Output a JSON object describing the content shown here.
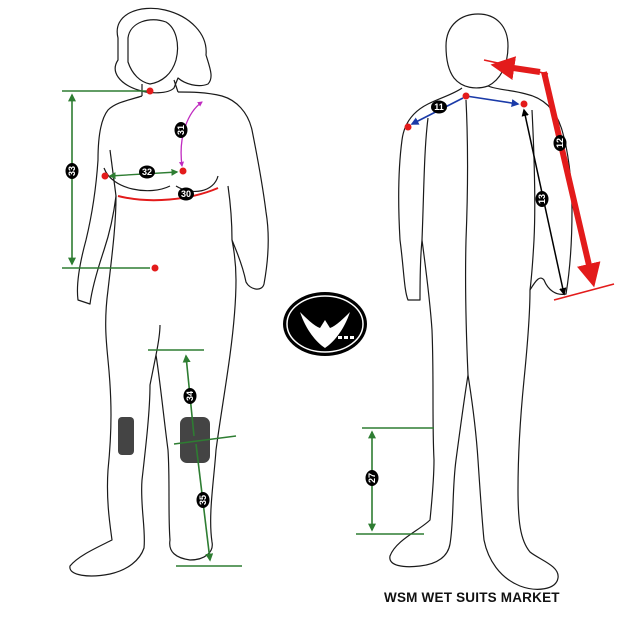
{
  "brand": "WSM WET SUITS MARKET",
  "logo_icon": "wsm-logo-icon",
  "colors": {
    "outline": "#1a1a1a",
    "green_measure": "#2e7d32",
    "red_measure": "#e31b1b",
    "blue_measure": "#1a3aa8",
    "magenta_measure": "#c02bc0",
    "label_badge": "#000000",
    "knee_pad": "#444444"
  },
  "measurements": [
    {
      "id": "m33",
      "number": "33",
      "color": "green"
    },
    {
      "id": "m31",
      "number": "31",
      "color": "magenta"
    },
    {
      "id": "m32",
      "number": "32",
      "color": "green"
    },
    {
      "id": "m30",
      "number": "30",
      "color": "red"
    },
    {
      "id": "m34",
      "number": "34",
      "color": "green"
    },
    {
      "id": "m35",
      "number": "35",
      "color": "green"
    },
    {
      "id": "m11",
      "number": "11",
      "color": "blue"
    },
    {
      "id": "m12",
      "number": "12",
      "color": "red"
    },
    {
      "id": "m13",
      "number": "13",
      "color": "black"
    },
    {
      "id": "m27",
      "number": "27",
      "color": "green"
    }
  ]
}
